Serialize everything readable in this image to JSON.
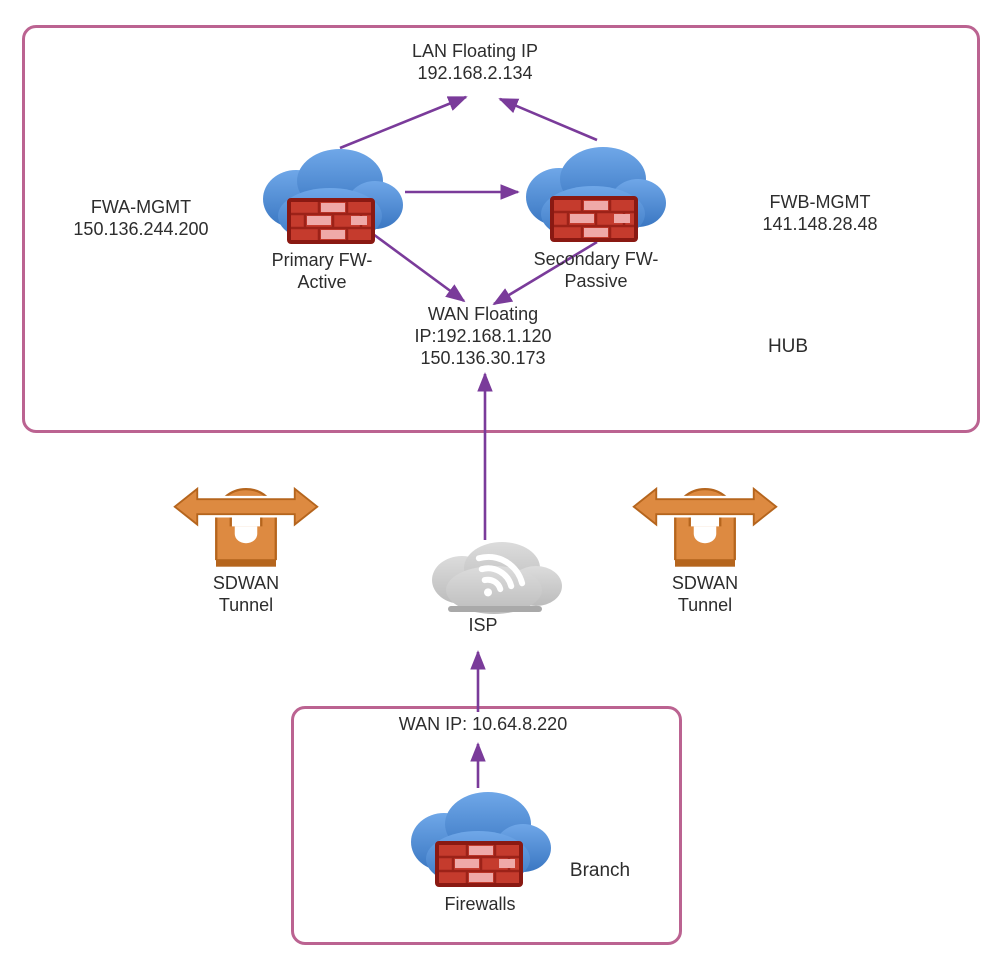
{
  "hub": {
    "label": "HUB",
    "lan_floating": {
      "line1": "LAN Floating IP",
      "line2": "192.168.2.134"
    },
    "wan_floating": {
      "line1": "WAN Floating",
      "line2": "IP:192.168.1.120",
      "line3": "150.136.30.173"
    },
    "fwa": {
      "line1": "FWA-MGMT",
      "line2": "150.136.244.200"
    },
    "fwb": {
      "line1": "FWB-MGMT",
      "line2": "141.148.28.48"
    },
    "primary_fw": {
      "line1": "Primary FW-",
      "line2": "Active"
    },
    "secondary_fw": {
      "line1": "Secondary FW-",
      "line2": "Passive"
    }
  },
  "middle": {
    "sdwan_left": {
      "line1": "SDWAN",
      "line2": "Tunnel"
    },
    "sdwan_right": {
      "line1": "SDWAN",
      "line2": "Tunnel"
    },
    "isp_label": "ISP"
  },
  "branch": {
    "label": "Branch",
    "wan_ip": "WAN IP: 10.64.8.220",
    "firewalls_label": "Firewalls"
  },
  "colors": {
    "arrow_purple": "#7a3b9a",
    "box_border_pink": "#bb6391",
    "cloud_blue": "#4e86d0",
    "firewall_red": "#c53b2d",
    "firewall_brick_light": "#efa9a8",
    "sdwan_orange": "#dd8a41",
    "isp_gray": "#c9c9c9",
    "text": "#2d2d2d"
  }
}
